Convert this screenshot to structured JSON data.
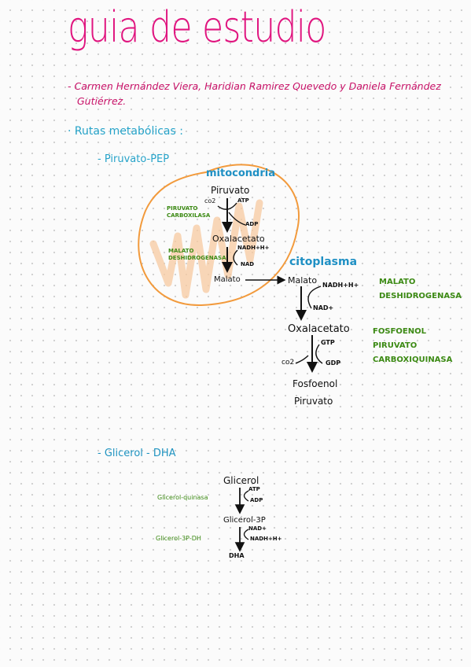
{
  "title": "guia de estudio",
  "authors": {
    "line1": "- Carmen Hernández Viera, Haridian Ramirez Quevedo y Daniela Fernández",
    "line2": "Gutiérrez."
  },
  "section": "· Rutas metabólicas :",
  "piruvato_pep": {
    "heading": "- Piruvato-PEP",
    "mitocondria_label": "mitocondria",
    "citoplasma_label": "citoplasma",
    "mito": {
      "piruvato": "Piruvato",
      "co2": "co2",
      "atp": "ATP",
      "adp": "ADP",
      "enzyme1": [
        "PIRUVATO",
        "CARBOXILASA"
      ],
      "oxalacetato": "Oxalacetato",
      "nadh": "NADH+H+",
      "nad": "NAD",
      "enzyme2": [
        "MALATO",
        "DESHIDROGENASA"
      ],
      "malato": "Malato"
    },
    "cyto": {
      "malato": "Malato",
      "nadh": "NADH+H+",
      "nad": "NAD+",
      "enzyme1": [
        "MALATO",
        "DESHIDROGENASA"
      ],
      "oxalacetato": "Oxalacetato",
      "gtp": "GTP",
      "co2": "co2",
      "gdp": "GDP",
      "enzyme2": [
        "FOSFOENOL",
        "PIRUVATO",
        "CARBOXIQUINASA"
      ],
      "product": [
        "Fosfoenol",
        "Piruvato"
      ]
    }
  },
  "glicerol_dhap": {
    "heading": "- Glicerol - DHA",
    "glicerol": "Glicerol",
    "atp": "ATP",
    "adp": "ADP",
    "enzyme1": "Glicerol-quinasa",
    "glicerol3p": "Glicerol-3P",
    "nad": "NAD+",
    "nadh": "NADH+H+",
    "enzyme2": "Glicerol-3P-DH",
    "product": "DHA"
  },
  "colors": {
    "title": "#e0157f",
    "heading": "#26a3c9",
    "enzyme": "#3c8a14",
    "mito_outline": "#f29a3c"
  }
}
